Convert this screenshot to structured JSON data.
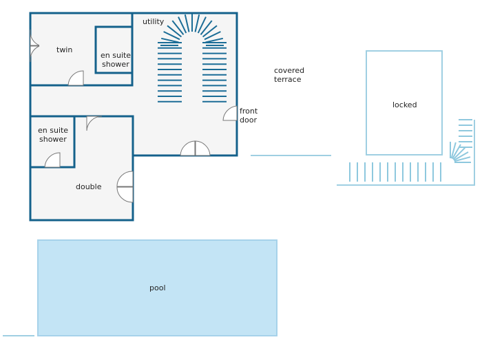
{
  "labels": {
    "utility": "utility",
    "twin": "twin",
    "en_suite_1_line1": "en suite",
    "en_suite_1_line2": "shower",
    "en_suite_2_line1": "en suite",
    "en_suite_2_line2": "shower",
    "double": "double",
    "front_line1": "front",
    "front_line2": "door",
    "covered_line1": "covered",
    "covered_line2": "terrace",
    "locked": "locked",
    "pool": "pool"
  },
  "colors": {
    "wall": "#14618b",
    "floor": "#f5f5f5",
    "light_outline": "#9fcfe2",
    "pool": "#c3e4f5"
  }
}
